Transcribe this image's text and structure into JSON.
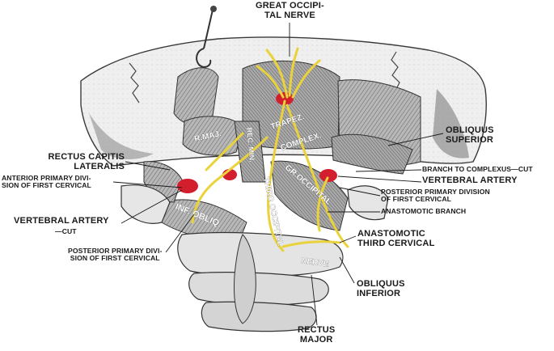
{
  "labels": {
    "great_occipital_nerve_1": "GREAT OCCIPI-",
    "great_occipital_nerve_2": "TAL NERVE",
    "obliquus_superior_1": "OBLIQUUS",
    "obliquus_superior_2": "SUPERIOR",
    "rectus_capitis_lateralis_1": "RECTUS CAPITIS",
    "rectus_capitis_lateralis_2": "LATERALIS",
    "anterior_primary_1": "ANTERIOR PRIMARY DIVI-",
    "anterior_primary_2": "SION OF FIRST CERVICAL",
    "branch_to_complexus": "BRANCH TO COMPLEXUS—CUT",
    "vertebral_artery_right": "VERTEBRAL ARTERY",
    "posterior_primary_right_1": "POSTERIOR PRIMARY DIVISION",
    "posterior_primary_right_2": "OF FIRST CERVICAL",
    "anastomotic_branch": "ANASTOMOTIC BRANCH",
    "vertebral_artery_left": "VERTEBRAL ARTERY",
    "vertebral_artery_left_cut": "—CUT",
    "anastomotic_third_cervical_1": "ANASTOMOTIC",
    "anastomotic_third_cervical_2": "THIRD CERVICAL",
    "posterior_primary_left_1": "POSTERIOR PRIMARY DIVI-",
    "posterior_primary_left_2": "SION OF FIRST CERVICAL",
    "obliquus_inferior_1": "OBLIQUUS",
    "obliquus_inferior_2": "INFERIOR",
    "rectus_major_1": "RECTUS",
    "rectus_major_2": "MAJOR"
  },
  "inline_labels": {
    "r_maj": "R.MAJ.",
    "rec_min": "REC. MIN.",
    "trapez": "TRAPEZ.",
    "complex": "COMPLEX.",
    "gr_occipital": "GR.OCCIPITAL",
    "third_occipital": "THIRD OCCIPITAL",
    "nerve": "NERVE",
    "inf_oblig": "INF. OBLIQ."
  },
  "colors": {
    "bone": "#ececec",
    "bone_shadow": "#9a9a9a",
    "muscle": "#8c8c8c",
    "nerve": "#e9d23a",
    "artery": "#d31f2d",
    "ink": "#1a1a1a"
  }
}
